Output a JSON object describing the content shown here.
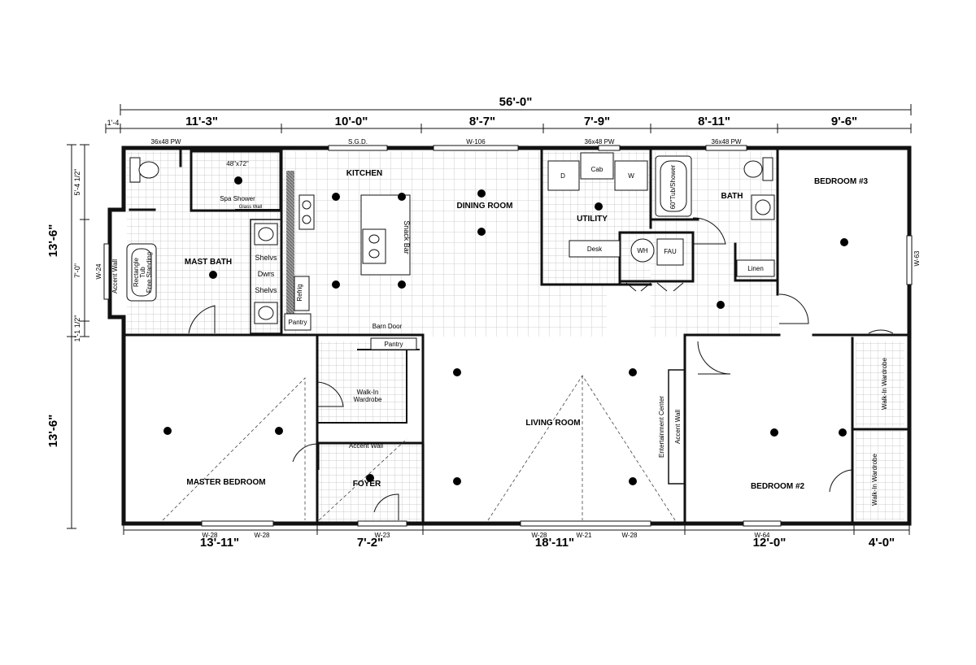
{
  "overall_width": "56'-0\"",
  "top_dims": {
    "d0": "1'-4",
    "d1": "11'-3\"",
    "d2": "10'-0\"",
    "d3": "8'-7\"",
    "d4": "7'-9\"",
    "d5": "8'-11\"",
    "d6": "9'-6\""
  },
  "bottom_dims": {
    "d1": "13'-11\"",
    "d2": "7'-2\"",
    "d3": "18'-11\"",
    "d4": "12'-0\"",
    "d5": "4'-0\""
  },
  "left_dims": {
    "upper": "13'-6\"",
    "lower": "13'-6\"",
    "seg1": "5'-4 1/2\"",
    "seg2": "7'-0\"",
    "seg3": "1'-1 1/2\""
  },
  "rooms": {
    "kitchen": "KITCHEN",
    "dining": "DINING ROOM",
    "utility": "UTILITY",
    "bath": "BATH",
    "bedroom3": "BEDROOM #3",
    "mast_bath": "MAST BATH",
    "living": "LIVING ROOM",
    "master_bedroom": "MASTER BEDROOM",
    "foyer": "FOYER",
    "bedroom2": "BEDROOM #2"
  },
  "labels": {
    "w36_1": "36x48  PW",
    "w36_2": "36x48  PW",
    "w36_3": "36x48  PW",
    "sgd": "S.G.D.",
    "w106": "W-106",
    "shower_size": "48\"x72\"",
    "spa_shower": "Spa Shower",
    "glass_wall": "Glass Wall",
    "snack_bar": "Snack Bar",
    "cab": "Cab",
    "d": "D",
    "w": "W",
    "desk": "Desk",
    "wh": "WH",
    "fau": "FAU",
    "tub_shower": "60\"Tub/Shower",
    "linen": "Linen",
    "w63": "W-63",
    "shelvs1": "Shelvs",
    "dwrs": "Dwrs",
    "shelvs2": "Shelvs",
    "accent_wall_left": "Accent Wall",
    "w24": "W-24",
    "tub_line1": "Rectangle",
    "tub_line2": "Tub",
    "tub_line3": "Free Standing",
    "refrig": "Refrig",
    "pantry1": "Pantry",
    "barn_door": "Barn Door",
    "pantry2": "Pantry",
    "walk_in_line1": "Walk-In",
    "walk_in_line2": "Wardrobe",
    "accent_wall_foyer": "Accent Wall",
    "entertainment_center": "Entertainment Center",
    "accent_wall_living": "Accent Wall",
    "walk_in_r1": "Walk-In Wardrobe",
    "walk_in_r2": "Walk-In Wardrobe",
    "w28_a": "W-28",
    "w28_b": "W-28",
    "w23": "W-23",
    "w28_c": "W-28",
    "w21": "W-21",
    "w28_d": "W-28",
    "w64": "W-64"
  }
}
